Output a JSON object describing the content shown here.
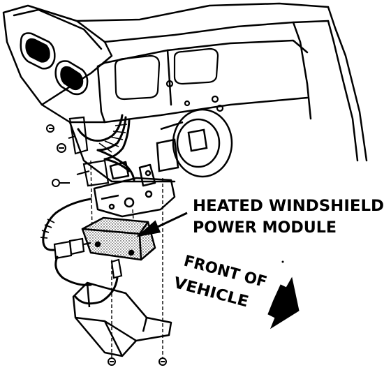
{
  "diagram": {
    "callout": {
      "line1": "HEATED WINDSHIELD",
      "line2": "POWER MODULE"
    },
    "direction": {
      "line1": "FRONT OF",
      "line2": "VEHICLE"
    },
    "colors": {
      "ink": "#000000",
      "paper": "#ffffff"
    }
  }
}
